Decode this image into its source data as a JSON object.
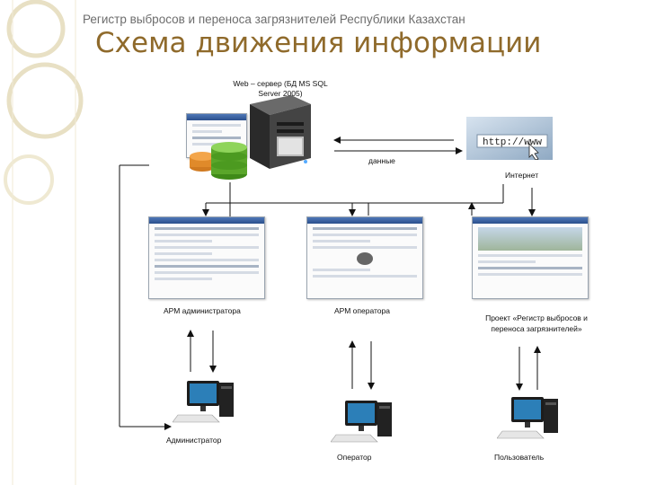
{
  "header": {
    "supertitle": "Регистр выбросов и переноса загрязнителей Республики Казахстан",
    "title": "Схема движения информации"
  },
  "nodes": {
    "server_label": "Web – сервер (БД MS SQL Server 2005)",
    "internet_label": "Интернет",
    "arm_admin_label": "АРМ администратора",
    "arm_operator_label": "АРМ оператора",
    "project_label": "Проект «Регистр выбросов и переноса загрязнителей»",
    "administrator_label": "Администратор",
    "operator_label": "Оператор",
    "user_label": "Пользователь"
  },
  "edges": {
    "data_label": "данные"
  },
  "internet_image_text": "http://www",
  "colors": {
    "title": "#8f6a2b",
    "supertitle": "#6d6d6d",
    "lines": "#111111",
    "database": "#5aa62a",
    "database_alt": "#d07a20"
  }
}
